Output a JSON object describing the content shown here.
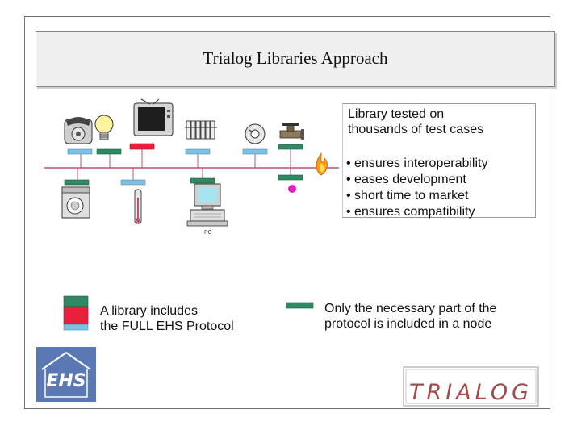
{
  "title": "Trialog Libraries Approach",
  "info_box": {
    "heading": "Library tested on\nthousands of test cases",
    "bullets": [
      "• ensures interoperability",
      "• eases development",
      "• short time to market",
      "• ensures compatibility"
    ]
  },
  "diagram": {
    "pc_label": "PC",
    "colors": {
      "bus": "#c0507a",
      "full_library_blue": "#7cc0e4",
      "full_library_red": "#e8203c",
      "full_library_green": "#2e8a62",
      "partial_library_green": "#2e8a62",
      "node_magenta": "#e020c0",
      "device_grey": "#c8c8c8"
    },
    "top_devices": [
      {
        "icon": "telephone-icon"
      },
      {
        "icon": "light-bulb-icon"
      },
      {
        "icon": "television-icon"
      },
      {
        "icon": "radiator-icon"
      },
      {
        "icon": "thermostat-dial-icon"
      },
      {
        "icon": "water-valve-icon"
      },
      {
        "icon": "flame-icon"
      }
    ],
    "bottom_devices": [
      {
        "icon": "washing-machine-icon"
      },
      {
        "icon": "thermometer-icon"
      },
      {
        "icon": "computer-icon"
      }
    ]
  },
  "legend": {
    "full": "A library includes\nthe FULL EHS Protocol",
    "partial": "Only the necessary part of the\nprotocol is included in a node"
  },
  "logos": {
    "ehs": "EHS",
    "trialog": "TRIALOG"
  }
}
